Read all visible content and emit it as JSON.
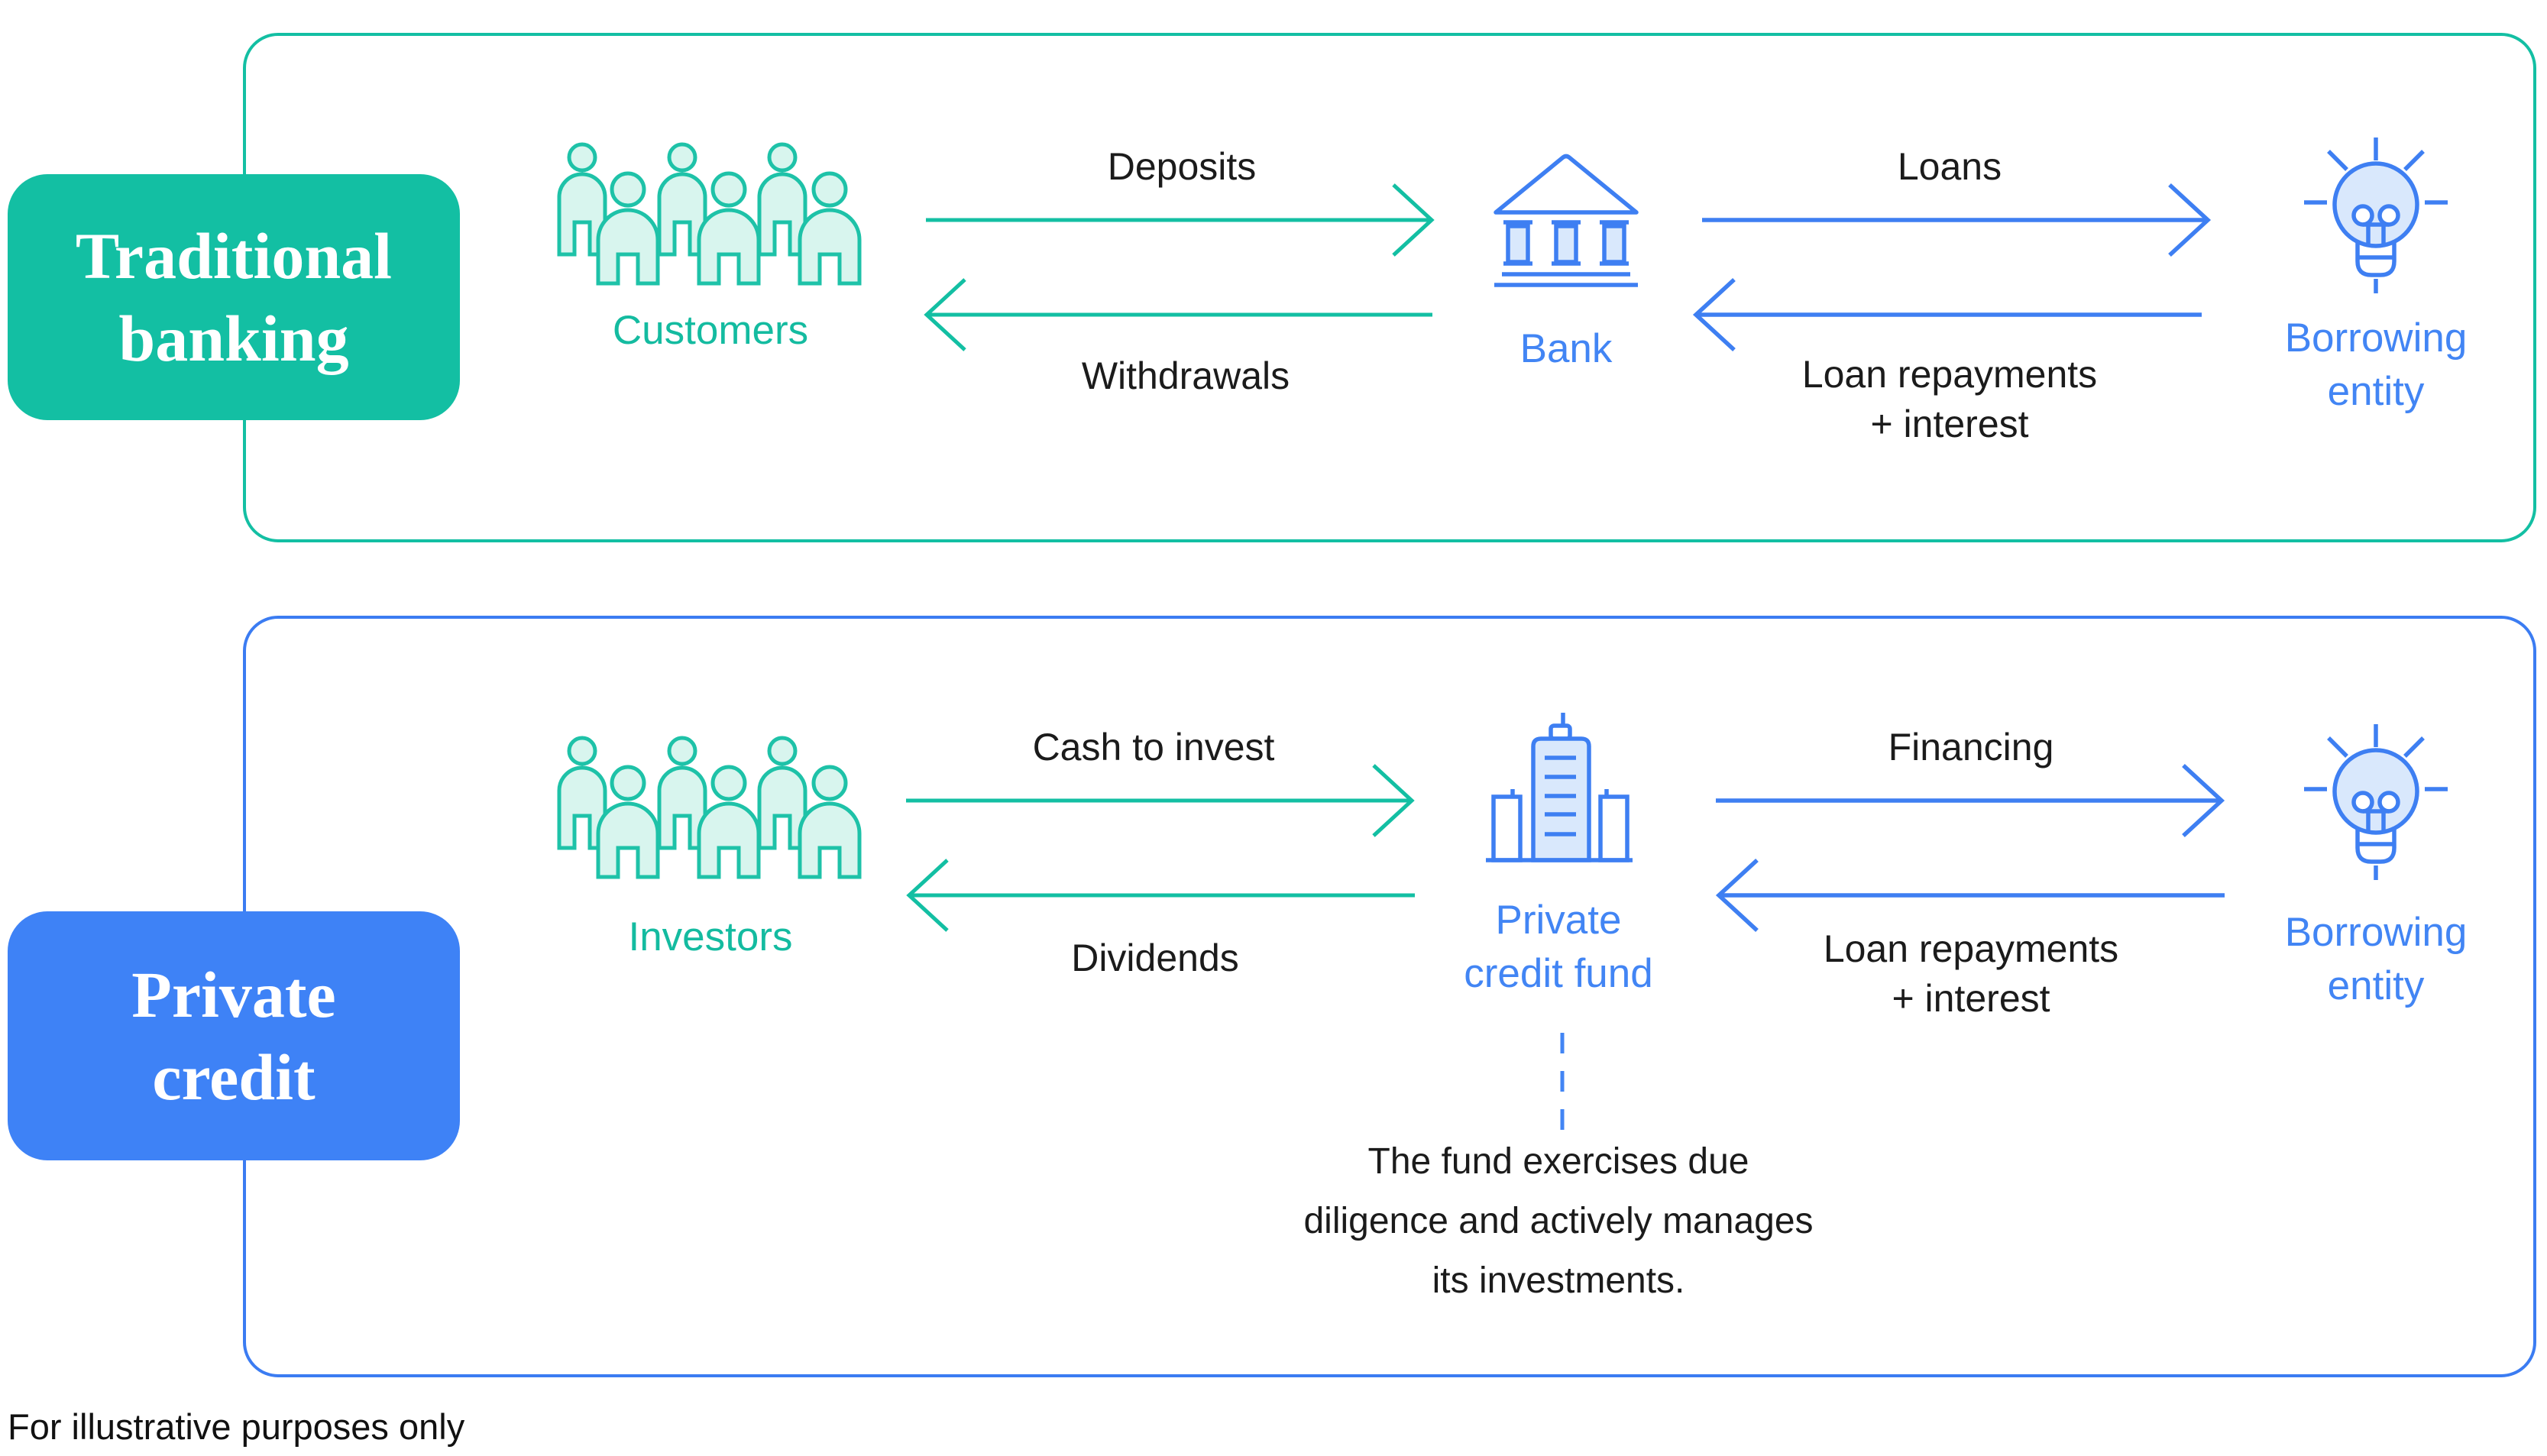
{
  "colors": {
    "teal": "#13BFA3",
    "teal_text": "#14BBA0",
    "teal_icon_fill": "#D8F5EE",
    "blue": "#3B7CF2",
    "blue_badge": "#3E82F6",
    "blue_text": "#4285F4",
    "blue_icon_fill": "#D9E8FC",
    "label_text": "#1B1B1B"
  },
  "traditional_banking": {
    "badge_line1": "Traditional",
    "badge_line2": "banking",
    "customers_label": "Customers",
    "deposits_label": "Deposits",
    "withdrawals_label": "Withdrawals",
    "bank_label": "Bank",
    "loans_label": "Loans",
    "loan_repayments_line1": "Loan repayments",
    "loan_repayments_line2": "+ interest",
    "borrowing_entity_line1": "Borrowing",
    "borrowing_entity_line2": "entity"
  },
  "private_credit": {
    "badge_line1": "Private",
    "badge_line2": "credit",
    "investors_label": "Investors",
    "cash_to_invest_label": "Cash to invest",
    "dividends_label": "Dividends",
    "fund_label_line1": "Private",
    "fund_label_line2": "credit fund",
    "financing_label": "Financing",
    "loan_repayments_line1": "Loan repayments",
    "loan_repayments_line2": "+ interest",
    "borrowing_entity_line1": "Borrowing",
    "borrowing_entity_line2": "entity",
    "fund_note_line1": "The fund exercises due",
    "fund_note_line2": "diligence and actively manages",
    "fund_note_line3": "its investments."
  },
  "footer_note": "For illustrative purposes only"
}
